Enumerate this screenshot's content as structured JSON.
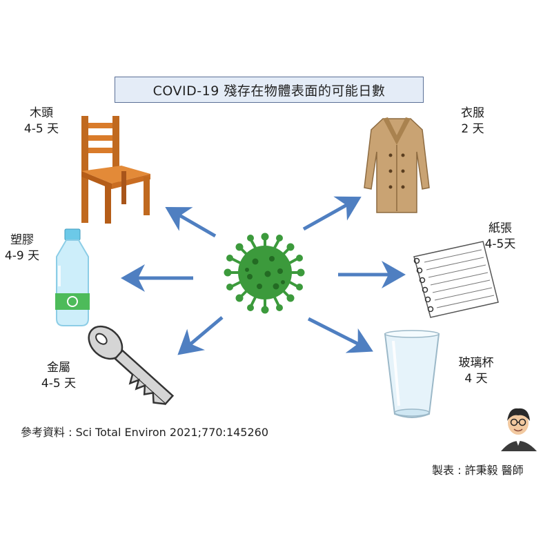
{
  "title": "COVID-19 殘存在物體表面的可能日數",
  "items": [
    {
      "name": "木頭",
      "days": "4-5 天"
    },
    {
      "name": "衣服",
      "days": "2 天"
    },
    {
      "name": "塑膠",
      "days": "4-9 天"
    },
    {
      "name": "紙張",
      "days": "4-5天"
    },
    {
      "name": "金屬",
      "days": "4-5 天"
    },
    {
      "name": "玻璃杯",
      "days": "4 天"
    }
  ],
  "reference": "參考資料 : Sci Total Environ 2021;770:145260",
  "author": "製表 : 許秉毅 醫師",
  "colors": {
    "arrow": "#4f7fc1",
    "virus": "#3c9a3c",
    "virus_dark": "#236b23",
    "title_bg": "#e4ecf7"
  },
  "icons": [
    "chair-icon",
    "coat-icon",
    "bottle-icon",
    "paper-icon",
    "key-icon",
    "glass-icon",
    "virus-icon",
    "avatar"
  ]
}
